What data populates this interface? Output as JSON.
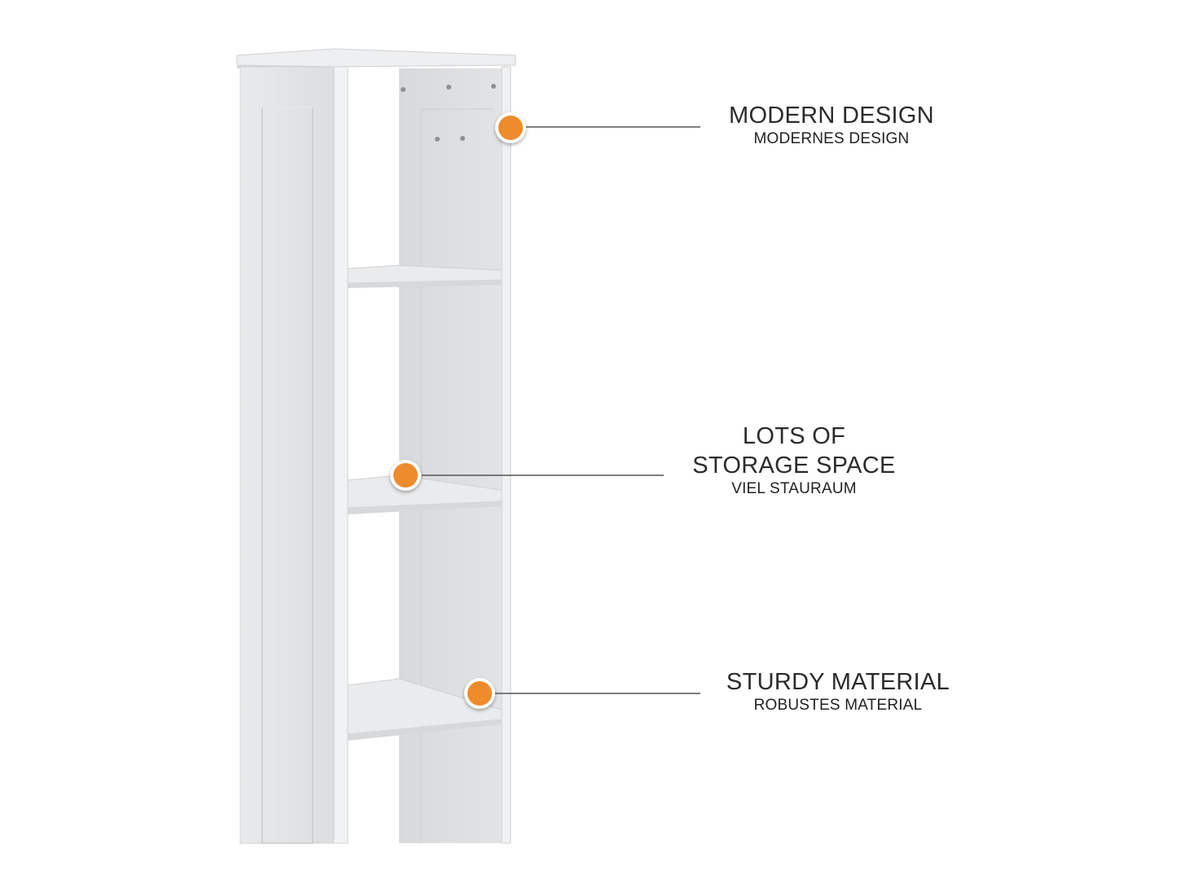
{
  "features": [
    {
      "id": "modern",
      "title_lines": [
        "MODERN DESIGN"
      ],
      "subtitle": "MODERNES DESIGN"
    },
    {
      "id": "storage",
      "title_lines": [
        "LOTS OF",
        "STORAGE SPACE"
      ],
      "subtitle": "VIEL STAURAUM"
    },
    {
      "id": "sturdy",
      "title_lines": [
        "STURDY MATERIAL"
      ],
      "subtitle": "ROBUSTES MATERIAL"
    }
  ],
  "colors": {
    "accent": "#EE8B2A",
    "background": "#FFFFFF",
    "shelf": "#E6E7E8",
    "text": "#2B2B2B",
    "leader_line": "#555555"
  },
  "icons": {
    "callout_marker": "orange-dot-icon"
  }
}
